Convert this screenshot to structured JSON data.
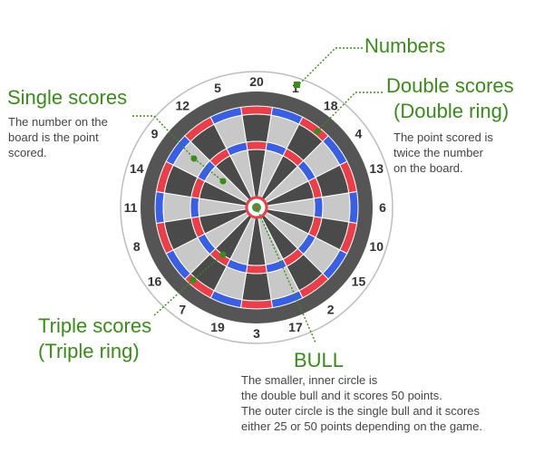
{
  "board": {
    "sector_numbers": [
      "20",
      "1",
      "18",
      "4",
      "13",
      "6",
      "10",
      "15",
      "2",
      "17",
      "3",
      "19",
      "7",
      "16",
      "8",
      "11",
      "14",
      "9",
      "12",
      "5"
    ],
    "colors": {
      "single_dark": "#4a4a4a",
      "single_light": "#c8c8c8",
      "ring_red": "#e8404a",
      "ring_blue": "#3a5fe0",
      "surround": "#555555",
      "outer_ring_stroke": "#bdbdbd",
      "bull_outer": "#3a9a3a",
      "bull_inner": "#e8404a",
      "marker": "#3c8a1e",
      "label_green": "#3c8a1e"
    }
  },
  "labels": {
    "numbers": {
      "title": "Numbers"
    },
    "single": {
      "title": "Single scores",
      "description": [
        "The number on the",
        "board is the point",
        "scored."
      ]
    },
    "double": {
      "title_line1": "Double scores",
      "title_line2": "(Double ring)",
      "description": [
        "The point scored is",
        "twice the number",
        "on the board."
      ]
    },
    "triple": {
      "title_line1": "Triple scores",
      "title_line2": "(Triple ring)"
    },
    "bull": {
      "title": "BULL",
      "description": [
        "The smaller, inner circle is",
        "the double bull and it scores 50 points.",
        "The outer circle is the single bull and it scores",
        "either 25 or 50 points depending on the game."
      ]
    }
  }
}
